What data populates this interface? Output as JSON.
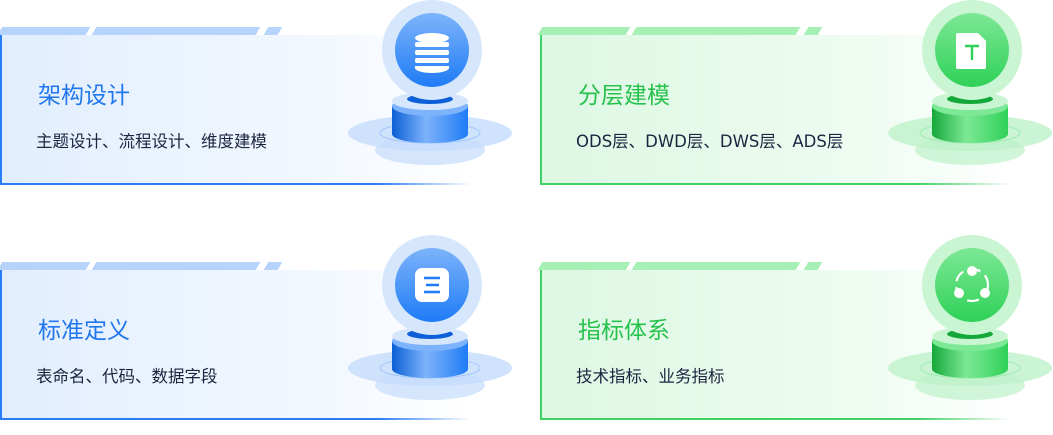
{
  "cards": [
    {
      "title": "架构设计",
      "desc": "主题设计、流程设计、维度建模",
      "icon": "database-icon",
      "theme": "blue"
    },
    {
      "title": "分层建模",
      "desc": "ODS层、DWD层、DWS层、ADS层",
      "icon": "text-file-icon",
      "theme": "green"
    },
    {
      "title": "标准定义",
      "desc": "表命名、代码、数据字段",
      "icon": "document-list-icon",
      "theme": "blue"
    },
    {
      "title": "指标体系",
      "desc": "技术指标、业务指标",
      "icon": "share-nodes-icon",
      "theme": "green"
    }
  ],
  "colors": {
    "blue": "#2177f0",
    "green": "#26c24c"
  }
}
